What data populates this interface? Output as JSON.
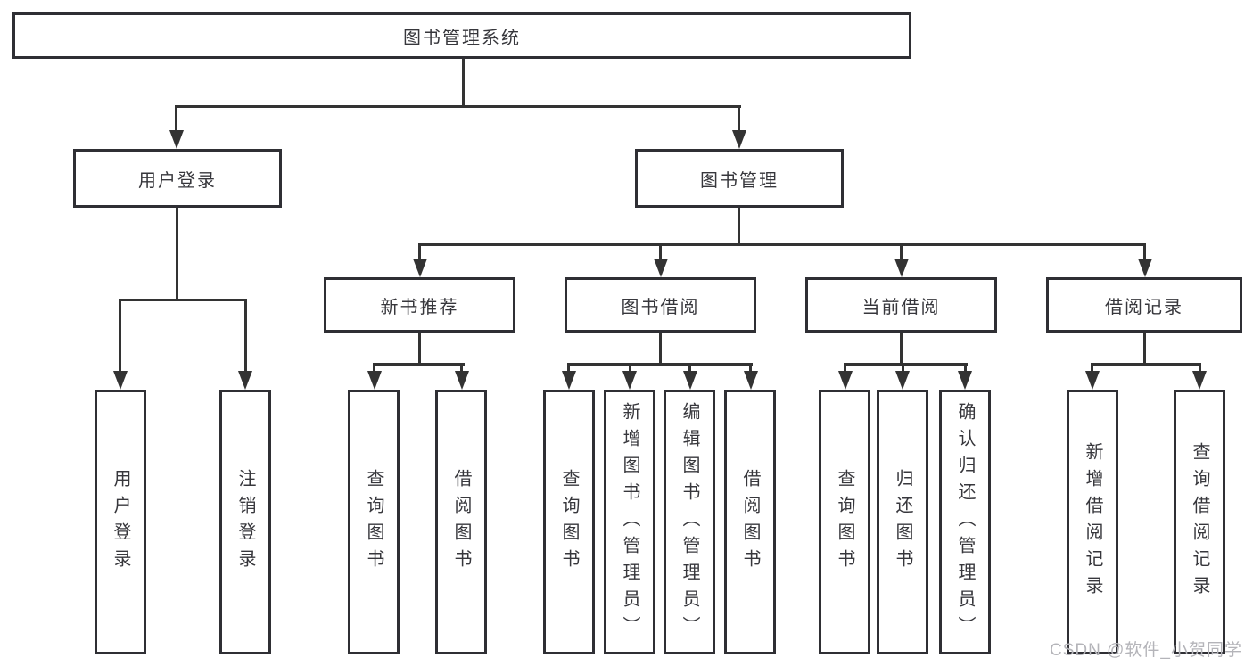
{
  "diagram": {
    "title": "图书管理系统",
    "level2": [
      "用户登录",
      "图书管理"
    ],
    "level3": [
      "新书推荐",
      "图书借阅",
      "当前借阅",
      "借阅记录"
    ],
    "user_login_children": [
      "用户登录",
      "注销登录"
    ],
    "new_book_children": [
      "查询图书",
      "借阅图书"
    ],
    "book_borrow_children": [
      "查询图书",
      "新增图书（管理员）",
      "编辑图书（管理员）",
      "借阅图书"
    ],
    "current_borrow_children": [
      "查询图书",
      "归还图书",
      "确认归还（管理员）"
    ],
    "borrow_record_children": [
      "新增借阅记录",
      "查询借阅记录"
    ]
  },
  "watermark": "CSDN @软件_小贺同学",
  "colors": {
    "line": "#333333",
    "box_border": "#2f2f34",
    "text": "#37373c",
    "watermark": "#b4b4b9",
    "background": "#ffffff"
  }
}
